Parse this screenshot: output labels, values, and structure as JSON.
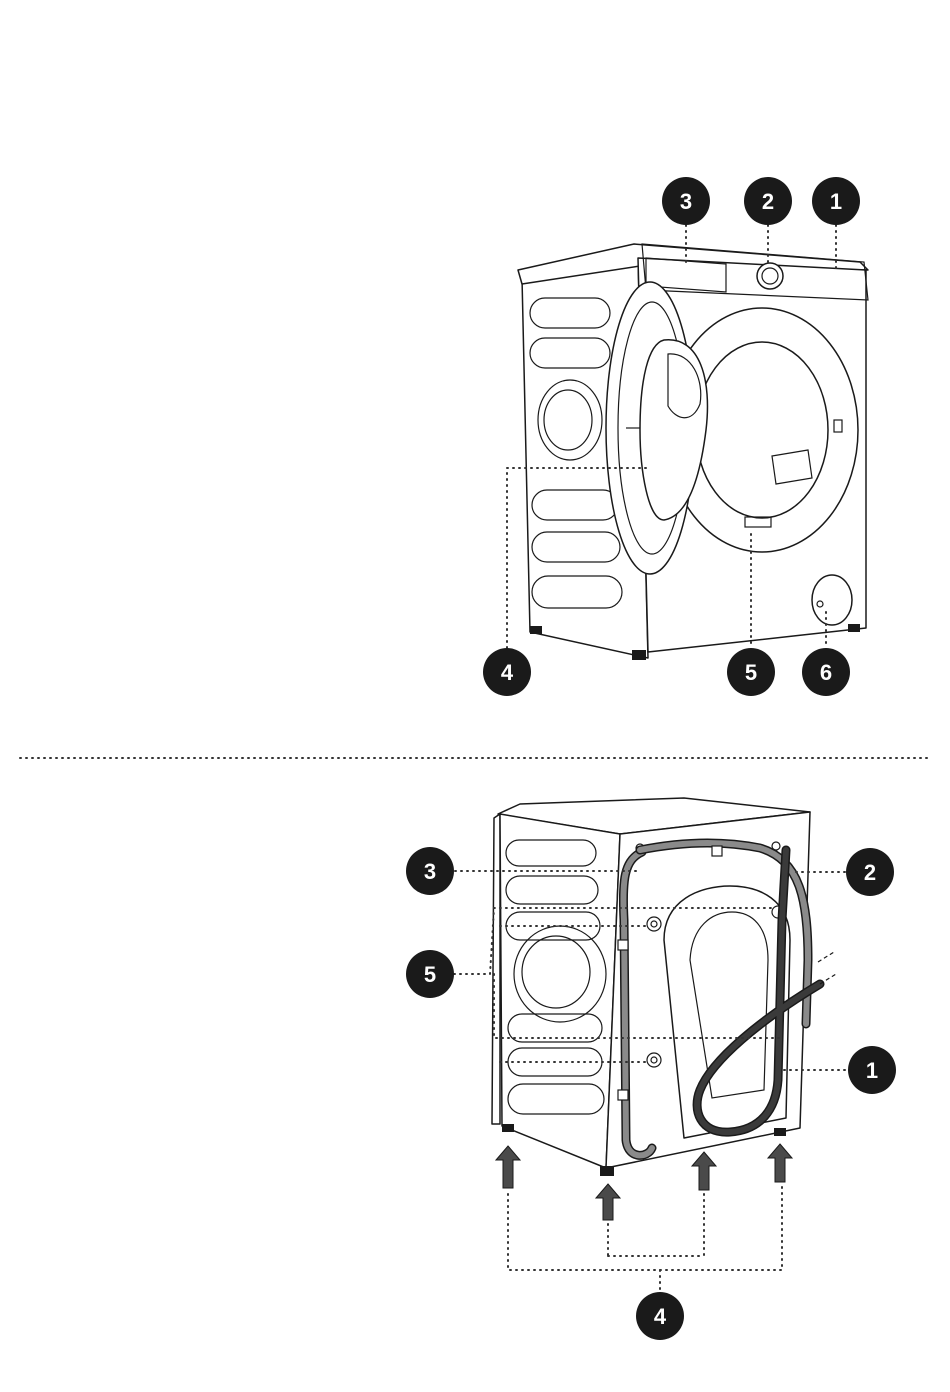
{
  "front_view": {
    "callouts": [
      {
        "label": "3"
      },
      {
        "label": "2"
      },
      {
        "label": "1"
      },
      {
        "label": "4"
      },
      {
        "label": "5"
      },
      {
        "label": "6"
      }
    ]
  },
  "rear_view": {
    "callouts": [
      {
        "label": "3"
      },
      {
        "label": "2"
      },
      {
        "label": "5"
      },
      {
        "label": "1"
      },
      {
        "label": "4"
      }
    ]
  },
  "colors": {
    "callout_fill": "#1a1a1a",
    "line": "#1a1a1a",
    "drain_hose": "#2a2a2a",
    "inlet_hose": "#8a8a8a",
    "arrow_fill": "#4a4a4a"
  }
}
